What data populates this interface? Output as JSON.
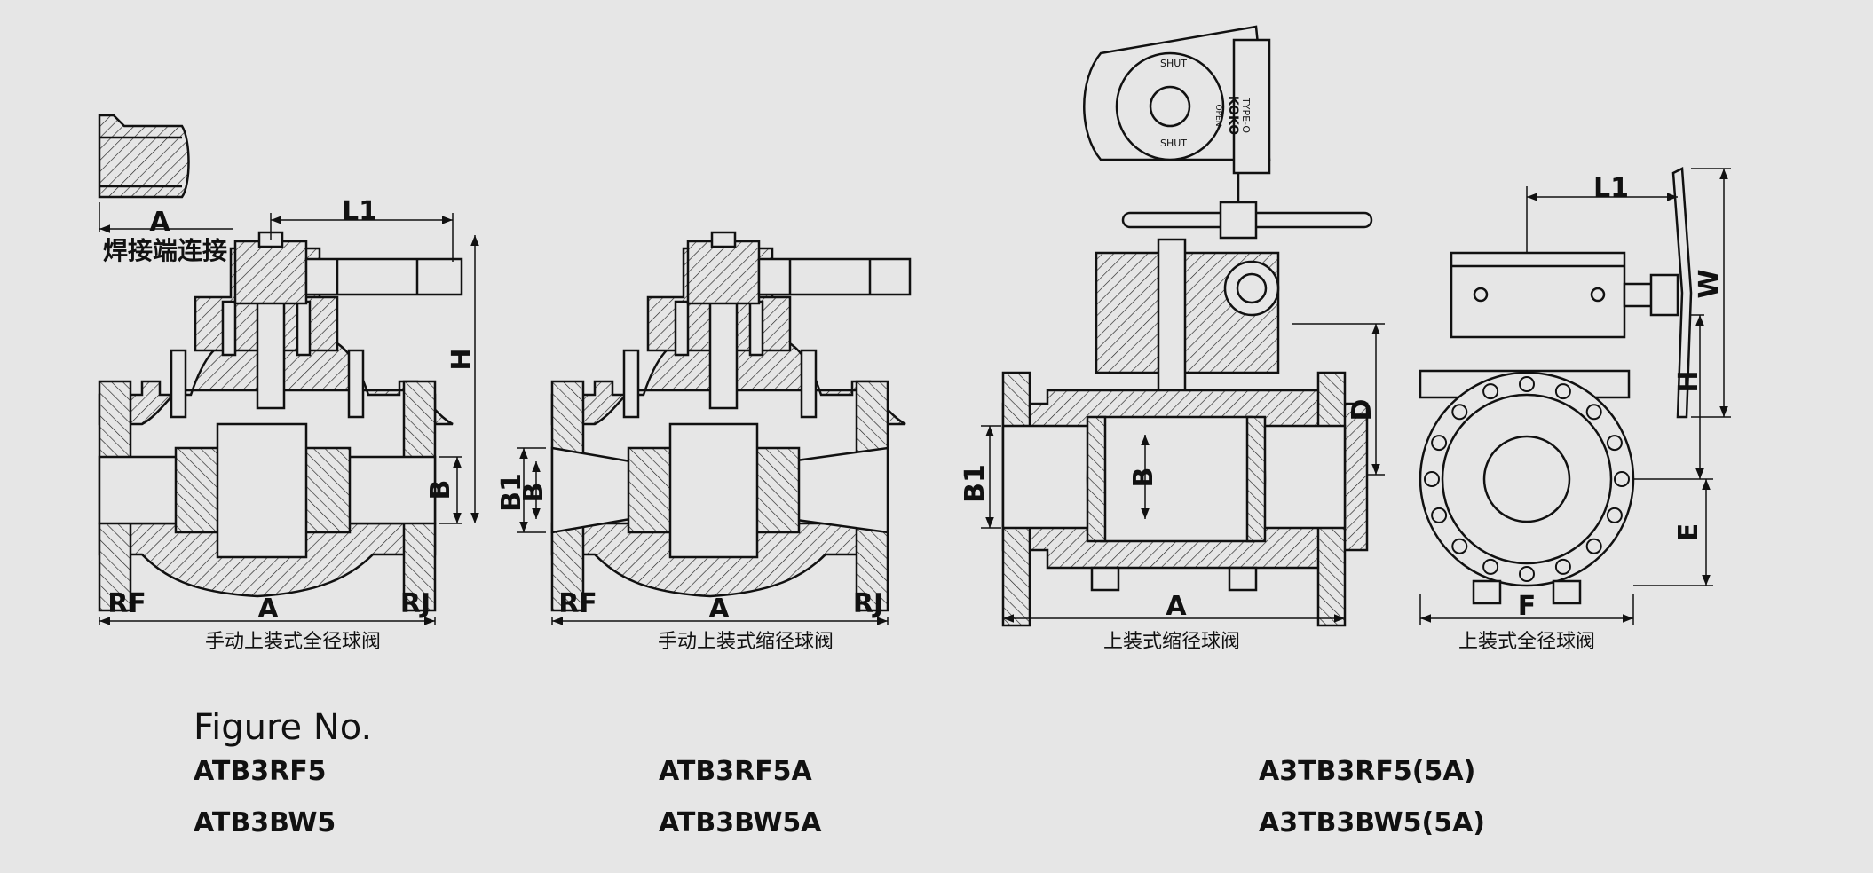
{
  "weld_detail": {
    "dim_label": "A",
    "caption": "焊接端连接"
  },
  "views": [
    {
      "labels": {
        "L1": "L1",
        "H": "H",
        "B": "B",
        "A": "A",
        "RF": "RF",
        "RJ": "RJ"
      },
      "caption": "手动上装式全径球阀"
    },
    {
      "labels": {
        "L1": "",
        "H": "",
        "B": "B",
        "B1": "B1",
        "A": "A",
        "RF": "RF",
        "RJ": "RJ"
      },
      "caption": "手动上装式缩径球阀"
    },
    {
      "labels": {
        "D": "D",
        "B": "B",
        "B1": "B1",
        "A": "A"
      },
      "gear_text": [
        "SHUT",
        "SHUT",
        "KOKO",
        "TYPE-O",
        "OPEN"
      ],
      "caption": "上装式缩径球阀"
    },
    {
      "labels": {
        "L1": "L1",
        "W": "W",
        "H": "H",
        "E": "E",
        "F": "F"
      },
      "caption": "上装式全径球阀"
    }
  ],
  "figure": {
    "title": "Figure No.",
    "columns": [
      [
        "ATB3RF5",
        "ATB3BW5"
      ],
      [
        "ATB3RF5A",
        "ATB3BW5A"
      ],
      [
        "A3TB3RF5(5A)",
        "A3TB3BW5(5A)"
      ]
    ]
  }
}
